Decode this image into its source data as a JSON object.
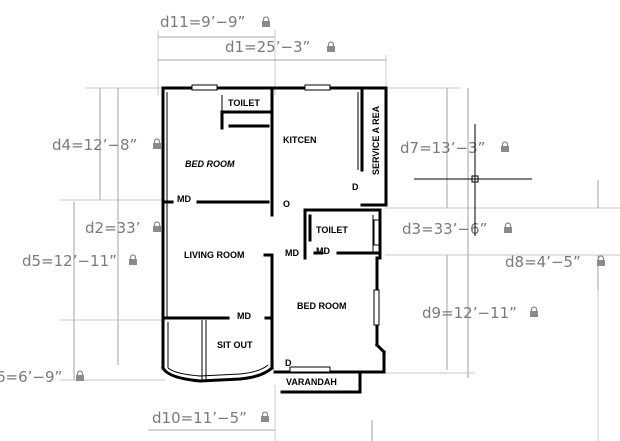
{
  "dimensions": {
    "d11": "d11=9’−9”",
    "d1": "d1=25’−3”",
    "d4": "d4=12’−8”",
    "d7": "d7=13’−3”",
    "d2": "d2=33’",
    "d3": "d3=33’−6”",
    "d5": "d5=12’−11”",
    "d8": "d8=4’−5”",
    "d9": "d9=12’−11”",
    "d6": "6=6’−9”",
    "d10": "d10=11’−5”"
  },
  "rooms": {
    "toilet1": "TOILET",
    "kitcen": "KITCEN",
    "service_area": "SERVICE A REA",
    "bedroom1": "BED ROOM",
    "living": "LIVING ROOM",
    "toilet2": "TOILET",
    "bedroom2": "BED ROOM",
    "sitout": "SIT OUT",
    "varandah": "VARANDAH"
  },
  "door_labels": {
    "md1": "MD",
    "md2": "MD",
    "md3": "MD",
    "md4": "MD",
    "d1": "D",
    "d2": "D",
    "o": "O"
  },
  "icons": {
    "lock": "lock-icon",
    "cursor": "crosshair-cursor-icon"
  }
}
